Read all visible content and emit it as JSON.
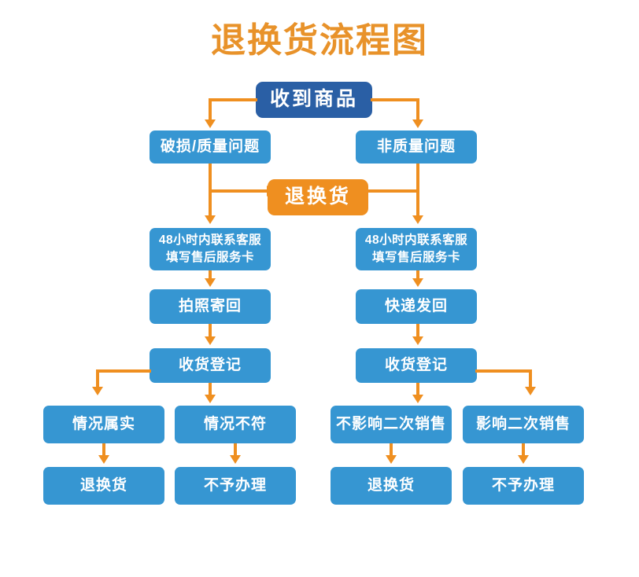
{
  "title": "退换货流程图",
  "colors": {
    "accent_orange": "#ef8f20",
    "title_orange": "#e8922a",
    "node_blue": "#3696d2",
    "node_dark_blue": "#2a5fa5",
    "background": "#ffffff",
    "text": "#ffffff"
  },
  "nodes": {
    "start": {
      "label": "收到商品"
    },
    "branch_left": {
      "label": "破损/质量问题"
    },
    "branch_right": {
      "label": "非质量问题"
    },
    "hub": {
      "label": "退换货"
    },
    "left_contact_line1": {
      "label": "48小时内联系客服"
    },
    "left_contact_line2": {
      "label": "填写售后服务卡"
    },
    "right_contact_line1": {
      "label": "48小时内联系客服"
    },
    "right_contact_line2": {
      "label": "填写售后服务卡"
    },
    "left_ship": {
      "label": "拍照寄回"
    },
    "right_ship": {
      "label": "快递发回"
    },
    "left_register": {
      "label": "收货登记"
    },
    "right_register": {
      "label": "收货登记"
    },
    "left_outcome_a": {
      "label": "情况属实"
    },
    "left_outcome_b": {
      "label": "情况不符"
    },
    "right_outcome_a": {
      "label": "不影响二次销售"
    },
    "right_outcome_b": {
      "label": "影响二次销售"
    },
    "left_result_a": {
      "label": "退换货"
    },
    "left_result_b": {
      "label": "不予办理"
    },
    "right_result_a": {
      "label": "退换货"
    },
    "right_result_b": {
      "label": "不予办理"
    }
  }
}
